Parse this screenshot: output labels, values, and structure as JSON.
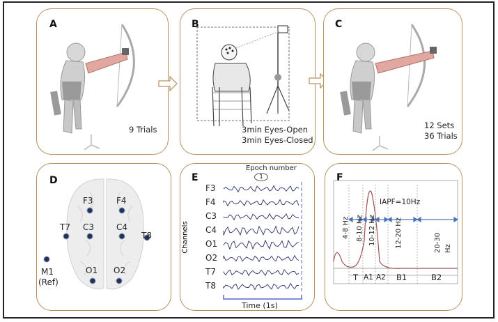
{
  "panels": {
    "A": {
      "label": "A",
      "note": "9 Trials"
    },
    "B": {
      "label": "B",
      "note_1": "3min Eyes-Open",
      "note_2": "3min Eyes-Closed"
    },
    "C": {
      "label": "C",
      "note_1": "12 Sets",
      "note_2": "36 Trials"
    },
    "D": {
      "label": "D",
      "electrodes": [
        "F3",
        "F4",
        "T7",
        "C3",
        "C4",
        "T8",
        "O1",
        "O2",
        "M1"
      ],
      "ref": "(Ref)"
    },
    "E": {
      "label": "E",
      "epoch_label": "Epoch number",
      "epoch_value": "1",
      "y_axis": "Channels",
      "x_axis": "Time (1s)",
      "channels": [
        "F3",
        "F4",
        "C3",
        "C4",
        "O1",
        "O2",
        "T7",
        "T8"
      ]
    },
    "F": {
      "label": "F",
      "peak_label": "IAPF=10Hz",
      "bands": [
        "4-8 Hz",
        "8-10 Hz",
        "10-12 Hz",
        "12-20 Hz",
        "20-30 Hz"
      ],
      "band_names": [
        "T",
        "A1",
        "A2",
        "B1",
        "B2"
      ]
    }
  },
  "colors": {
    "panel_border": "#b89060",
    "electrode": "#223355",
    "eeg_trace": "#2a2f6a",
    "epoch_line": "#5566cc",
    "spectrum": "#a05050",
    "arrows": "#4a76b8"
  }
}
